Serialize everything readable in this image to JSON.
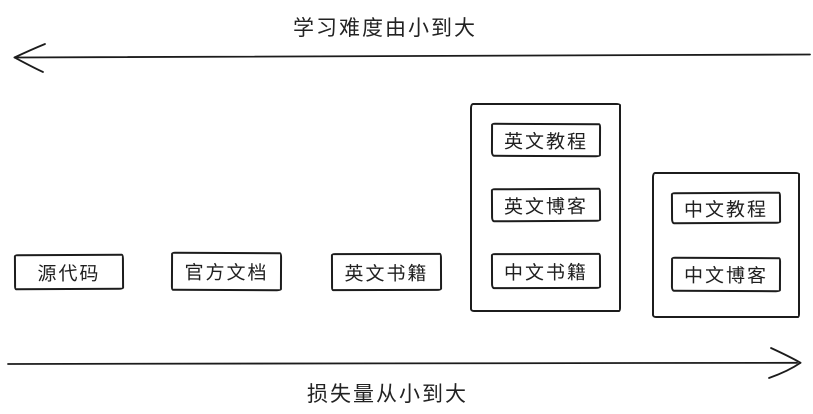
{
  "diagram": {
    "title_hint": "learning-resources-difficulty-diagram",
    "colors": {
      "stroke": "#1c1c1c",
      "background": "#ffffff",
      "text": "#222222"
    },
    "top_axis": {
      "label": "学习难度由小到大",
      "direction": "left"
    },
    "bottom_axis": {
      "label": "损失量从小到大",
      "direction": "right"
    },
    "nodes": [
      {
        "label": "源代码"
      },
      {
        "label": "官方文档"
      },
      {
        "label": "英文书籍"
      }
    ],
    "groups": [
      {
        "items": [
          "英文教程",
          "英文博客",
          "中文书籍"
        ]
      },
      {
        "items": [
          "中文教程",
          "中文博客"
        ]
      }
    ]
  }
}
